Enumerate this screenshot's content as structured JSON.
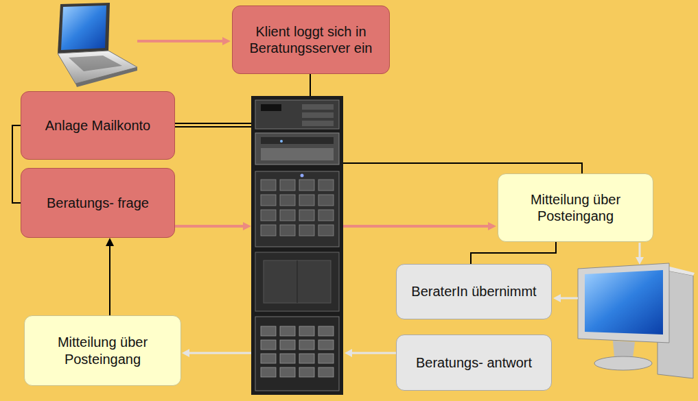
{
  "diagram": {
    "nodes": [
      {
        "text": [
          "Klient loggt sich in Beratungsserver ein"
        ]
      },
      {
        "text": [
          "Anlage Mailkonto"
        ]
      },
      {
        "text": [
          "Beratungs- frage"
        ]
      },
      {
        "text": [
          "Mitteilung über Posteingang"
        ]
      },
      {
        "text": [
          "BeraterIn übernimmt"
        ]
      },
      {
        "text": [
          "Beratungs- antwort"
        ]
      },
      {
        "text": [
          "Mitteilung über Posteingang"
        ]
      }
    ],
    "edges": [
      {
        "from": 1,
        "to": 2,
        "arrow": "none"
      },
      {
        "from": 3,
        "to": 4,
        "arrow": "none"
      },
      {
        "from": 6,
        "to": 2,
        "arrow": "to"
      }
    ]
  }
}
